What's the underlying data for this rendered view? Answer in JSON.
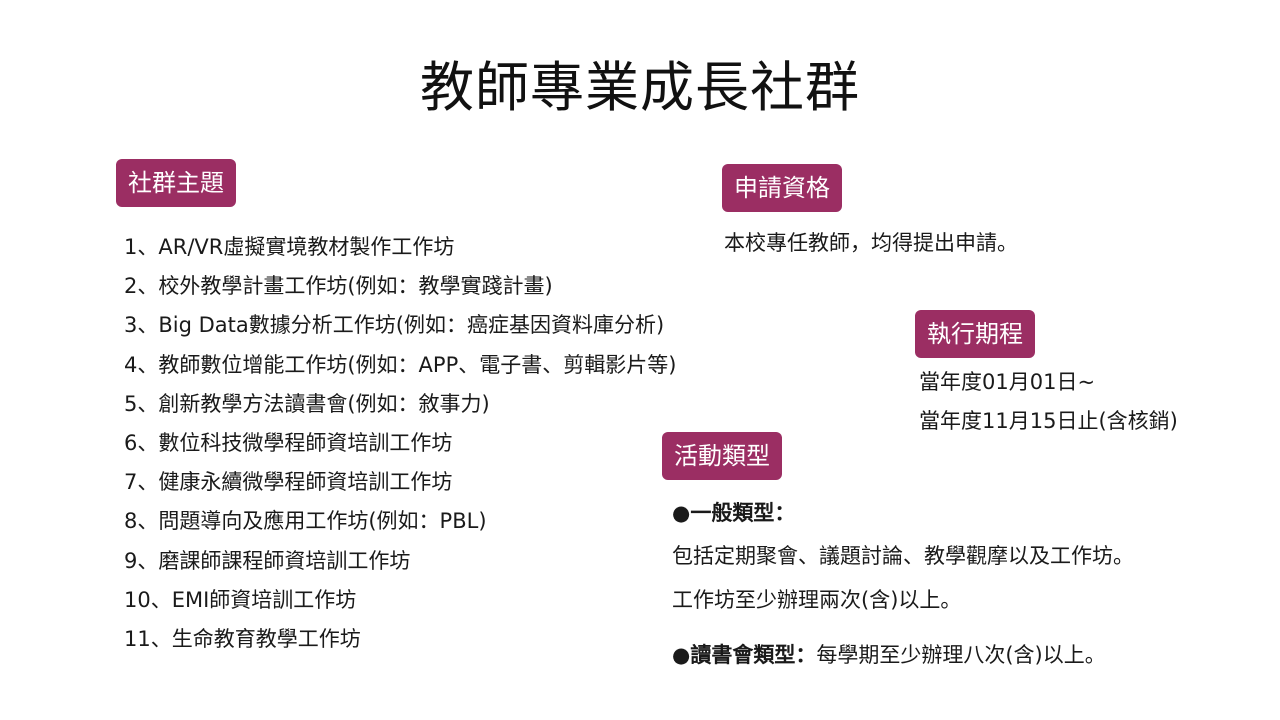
{
  "title": "教師專業成長社群",
  "accent_color": "#9b2e63",
  "sections": {
    "topics": {
      "heading": "社群主題",
      "items": [
        "1、AR/VR虛擬實境教材製作工作坊",
        "2、校外教學計畫工作坊(例如：教學實踐計畫)",
        "3、Big Data數據分析工作坊(例如：癌症基因資料庫分析)",
        "4、教師數位增能工作坊(例如：APP、電子書、剪輯影片等)",
        "5、創新教學方法讀書會(例如：敘事力)",
        "6、數位科技微學程師資培訓工作坊",
        "7、健康永續微學程師資培訓工作坊",
        "8、問題導向及應用工作坊(例如：PBL)",
        "9、磨課師課程師資培訓工作坊",
        "10、EMI師資培訓工作坊",
        "11、生命教育教學工作坊"
      ]
    },
    "eligibility": {
      "heading": "申請資格",
      "text": "本校專任教師，均得提出申請。"
    },
    "schedule": {
      "heading": "執行期程",
      "line1": "當年度01月01日~",
      "line2": "當年度11月15日止(含核銷)"
    },
    "activity_types": {
      "heading": "活動類型",
      "general_label": "●一般類型：",
      "general_line1": "包括定期聚會、議題討論、教學觀摩以及工作坊。",
      "general_line2": "工作坊至少辦理兩次(含)以上。",
      "reading_label": "●讀書會類型：",
      "reading_text": "每學期至少辦理八次(含)以上。"
    }
  }
}
